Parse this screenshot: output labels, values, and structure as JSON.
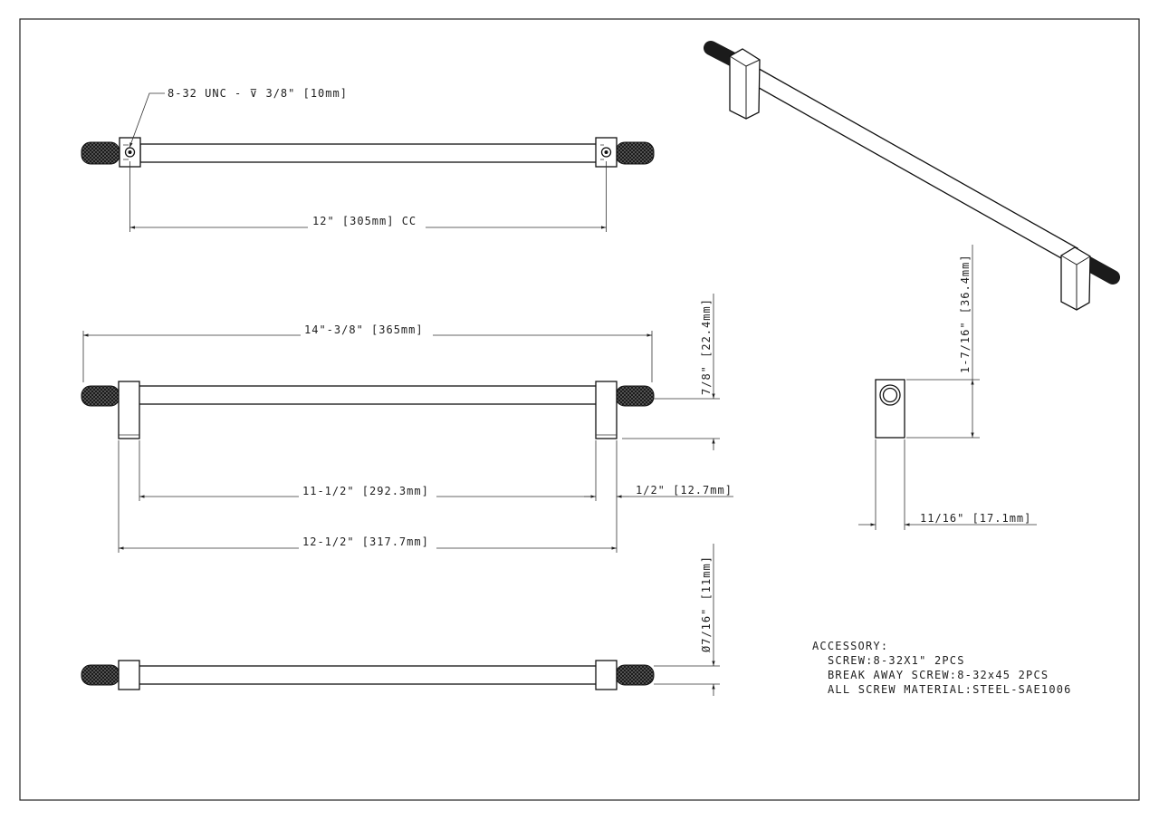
{
  "title": "",
  "colors": {
    "line": "#222222",
    "knurl": "#1a1a1a",
    "background": "#ffffff"
  },
  "callouts": {
    "thread": "8-32 UNC - ⊽ 3/8\" [10mm]"
  },
  "dimensions": {
    "cc": "12\" [305mm] CC",
    "overall_length": "14\"-3/8\" [365mm]",
    "post_height": "7/8\" [22.4mm]",
    "inner_span": "11-1/2\" [292.3mm]",
    "post_width": "1/2\" [12.7mm]",
    "outer_span": "12-1/2\" [317.7mm]",
    "bar_diameter": "Ø7/16\" [11mm]",
    "side_height": "1-7/16\" [36.4mm]",
    "side_width": "11/16\" [17.1mm]"
  },
  "notes": {
    "heading": "ACCESSORY:",
    "lines": [
      "SCREW:8-32X1\" 2PCS",
      "BREAK AWAY SCREW:8-32x45 2PCS",
      "ALL SCREW MATERIAL:STEEL-SAE1006"
    ]
  }
}
